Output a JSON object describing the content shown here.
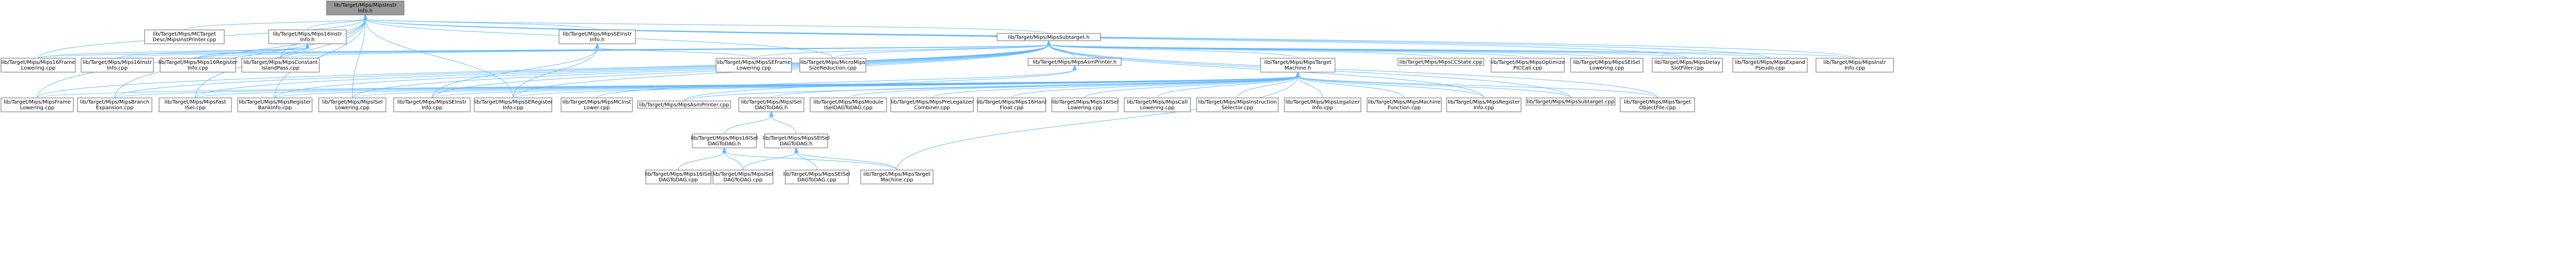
{
  "diagram": {
    "type": "include-dependency-graph",
    "colors": {
      "root_fill": "#999999",
      "node_fill": "#ffffff",
      "node_border": "#666666",
      "edge": "#63b8ff",
      "text": "#000000"
    },
    "nodes": [
      {
        "id": "root",
        "lines": [
          "lib/Target/Mips/MipsInstr",
          "Info.h"
        ],
        "root": true
      },
      {
        "id": "mctarget",
        "lines": [
          "lib/Target/Mips/MCTarget",
          "Desc/MipsInstPrinter.cpp"
        ]
      },
      {
        "id": "m16instrh",
        "lines": [
          "lib/Target/Mips/Mips16Instr",
          "Info.h"
        ]
      },
      {
        "id": "seinstrh",
        "lines": [
          "lib/Target/Mips/MipsSEInstr",
          "Info.h"
        ]
      },
      {
        "id": "subtargeth",
        "lines": [
          "lib/Target/Mips/MipsSubtarget.h"
        ]
      },
      {
        "id": "m16frame",
        "lines": [
          "lib/Target/Mips/Mips16Frame",
          "Lowering.cpp"
        ]
      },
      {
        "id": "m16instrcpp",
        "lines": [
          "lib/Target/Mips/Mips16Instr",
          "Info.cpp"
        ]
      },
      {
        "id": "m16register",
        "lines": [
          "lib/Target/Mips/Mips16Register",
          "Info.cpp"
        ]
      },
      {
        "id": "constisland",
        "lines": [
          "lib/Target/Mips/MipsConstant",
          "IslandPass.cpp"
        ]
      },
      {
        "id": "seframe",
        "lines": [
          "lib/Target/Mips/MipsSEFrame",
          "Lowering.cpp"
        ]
      },
      {
        "id": "micromips",
        "lines": [
          "lib/Target/Mips/MicroMips",
          "SizeReduction.cpp"
        ]
      },
      {
        "id": "asmprinterh",
        "lines": [
          "lib/Target/Mips/MipsAsmPrinter.h"
        ]
      },
      {
        "id": "targetmachineh",
        "lines": [
          "lib/Target/Mips/MipsTarget",
          "Machine.h"
        ]
      },
      {
        "id": "ccstate",
        "lines": [
          "lib/Target/Mips/MipsCCState.cpp"
        ]
      },
      {
        "id": "optpic",
        "lines": [
          "lib/Target/Mips/MipsOptimize",
          "PICCall.cpp"
        ]
      },
      {
        "id": "seisellow",
        "lines": [
          "lib/Target/Mips/MipsSEISel",
          "Lowering.cpp"
        ]
      },
      {
        "id": "delayslot",
        "lines": [
          "lib/Target/Mips/MipsDelay",
          "SlotFiller.cpp"
        ]
      },
      {
        "id": "expandpseudo",
        "lines": [
          "lib/Target/Mips/MipsExpand",
          "Pseudo.cpp"
        ]
      },
      {
        "id": "instrinfocpp",
        "lines": [
          "lib/Target/Mips/MipsInstr",
          "Info.cpp"
        ]
      },
      {
        "id": "frame",
        "lines": [
          "lib/Target/Mips/MipsFrame",
          "Lowering.cpp"
        ]
      },
      {
        "id": "branchexp",
        "lines": [
          "lib/Target/Mips/MipsBranch",
          "Expansion.cpp"
        ]
      },
      {
        "id": "fastisel",
        "lines": [
          "lib/Target/Mips/MipsFast",
          "ISel.cpp"
        ]
      },
      {
        "id": "regbank",
        "lines": [
          "lib/Target/Mips/MipsRegister",
          "BankInfo.cpp"
        ]
      },
      {
        "id": "isellow",
        "lines": [
          "lib/Target/Mips/MipsISel",
          "Lowering.cpp"
        ]
      },
      {
        "id": "seinstrcpp",
        "lines": [
          "lib/Target/Mips/MipsSEInstr",
          "Info.cpp"
        ]
      },
      {
        "id": "seregister",
        "lines": [
          "lib/Target/Mips/MipsSERegister",
          "Info.cpp"
        ]
      },
      {
        "id": "mcinstlower",
        "lines": [
          "lib/Target/Mips/MipsMCInst",
          "Lower.cpp"
        ]
      },
      {
        "id": "asmprintercpp",
        "lines": [
          "lib/Target/Mips/MipsAsmPrinter.cpp"
        ]
      },
      {
        "id": "iseldagh",
        "lines": [
          "lib/Target/Mips/MipsISel",
          "DAGToDAG.h"
        ]
      },
      {
        "id": "moduledag",
        "lines": [
          "lib/Target/Mips/MipsModule",
          "ISelDAGToDAG.cpp"
        ]
      },
      {
        "id": "prelegal",
        "lines": [
          "lib/Target/Mips/MipsPreLegalizer",
          "Combiner.cpp"
        ]
      },
      {
        "id": "m16hard",
        "lines": [
          "lib/Target/Mips/Mips16Hard",
          "Float.cpp"
        ]
      },
      {
        "id": "m16isellow",
        "lines": [
          "lib/Target/Mips/Mips16ISel",
          "Lowering.cpp"
        ]
      },
      {
        "id": "calllow",
        "lines": [
          "lib/Target/Mips/MipsCall",
          "Lowering.cpp"
        ]
      },
      {
        "id": "instselect",
        "lines": [
          "lib/Target/Mips/MipsInstruction",
          "Selector.cpp"
        ]
      },
      {
        "id": "legalizer",
        "lines": [
          "lib/Target/Mips/MipsLegalizer",
          "Info.cpp"
        ]
      },
      {
        "id": "machinefn",
        "lines": [
          "lib/Target/Mips/MipsMachine",
          "Function.cpp"
        ]
      },
      {
        "id": "reginfo",
        "lines": [
          "lib/Target/Mips/MipsRegister",
          "Info.cpp"
        ]
      },
      {
        "id": "subtargetcpp",
        "lines": [
          "lib/Target/Mips/MipsSubtarget.cpp"
        ]
      },
      {
        "id": "targetobj",
        "lines": [
          "lib/Target/Mips/MipsTarget",
          "ObjectFile.cpp"
        ]
      },
      {
        "id": "m16iseldagh",
        "lines": [
          "lib/Target/Mips/Mips16ISel",
          "DAGToDAG.h"
        ]
      },
      {
        "id": "seiseldagh",
        "lines": [
          "lib/Target/Mips/MipsSEISel",
          "DAGToDAG.h"
        ]
      },
      {
        "id": "m16iseldagcpp",
        "lines": [
          "lib/Target/Mips/Mips16ISel",
          "DAGToDAG.cpp"
        ]
      },
      {
        "id": "iseldagcpp",
        "lines": [
          "lib/Target/Mips/MipsISel",
          "DAGToDAG.cpp"
        ]
      },
      {
        "id": "seiseldagcpp",
        "lines": [
          "lib/Target/Mips/MipsSEISel",
          "DAGToDAG.cpp"
        ]
      },
      {
        "id": "targetmachinecpp",
        "lines": [
          "lib/Target/Mips/MipsTarget",
          "Machine.cpp"
        ]
      }
    ],
    "edges": [
      [
        "root",
        "mctarget"
      ],
      [
        "root",
        "m16instrh"
      ],
      [
        "root",
        "seinstrh"
      ],
      [
        "root",
        "subtargeth"
      ],
      [
        "root",
        "m16frame"
      ],
      [
        "root",
        "constisland"
      ],
      [
        "root",
        "micromips"
      ],
      [
        "root",
        "frame"
      ],
      [
        "root",
        "branchexp"
      ],
      [
        "root",
        "fastisel"
      ],
      [
        "root",
        "regbank"
      ],
      [
        "root",
        "isellow"
      ],
      [
        "root",
        "seregister"
      ],
      [
        "root",
        "delayslot"
      ],
      [
        "root",
        "expandpseudo"
      ],
      [
        "root",
        "instrinfocpp"
      ],
      [
        "m16instrh",
        "m16frame"
      ],
      [
        "m16instrh",
        "m16instrcpp"
      ],
      [
        "m16instrh",
        "m16register"
      ],
      [
        "m16instrh",
        "constisland"
      ],
      [
        "seinstrh",
        "seframe"
      ],
      [
        "seinstrh",
        "seinstrcpp"
      ],
      [
        "seinstrh",
        "seregister"
      ],
      [
        "subtargeth",
        "m16frame"
      ],
      [
        "subtargeth",
        "m16instrcpp"
      ],
      [
        "subtargeth",
        "m16register"
      ],
      [
        "subtargeth",
        "constisland"
      ],
      [
        "subtargeth",
        "seframe"
      ],
      [
        "subtargeth",
        "micromips"
      ],
      [
        "subtargeth",
        "asmprinterh"
      ],
      [
        "subtargeth",
        "targetmachineh"
      ],
      [
        "subtargeth",
        "ccstate"
      ],
      [
        "subtargeth",
        "optpic"
      ],
      [
        "subtargeth",
        "seisellow"
      ],
      [
        "subtargeth",
        "delayslot"
      ],
      [
        "subtargeth",
        "expandpseudo"
      ],
      [
        "subtargeth",
        "instrinfocpp"
      ],
      [
        "subtargeth",
        "frame"
      ],
      [
        "subtargeth",
        "branchexp"
      ],
      [
        "subtargeth",
        "fastisel"
      ],
      [
        "subtargeth",
        "regbank"
      ],
      [
        "subtargeth",
        "isellow"
      ],
      [
        "subtargeth",
        "seinstrcpp"
      ],
      [
        "subtargeth",
        "seregister"
      ],
      [
        "subtargeth",
        "reginfo"
      ],
      [
        "subtargeth",
        "subtargetcpp"
      ],
      [
        "subtargeth",
        "targetobj"
      ],
      [
        "asmprinterh",
        "asmprintercpp"
      ],
      [
        "asmprinterh",
        "mcinstlower"
      ],
      [
        "targetmachineh",
        "frame"
      ],
      [
        "targetmachineh",
        "branchexp"
      ],
      [
        "targetmachineh",
        "fastisel"
      ],
      [
        "targetmachineh",
        "regbank"
      ],
      [
        "targetmachineh",
        "isellow"
      ],
      [
        "targetmachineh",
        "seinstrcpp"
      ],
      [
        "targetmachineh",
        "seregister"
      ],
      [
        "targetmachineh",
        "asmprintercpp"
      ],
      [
        "targetmachineh",
        "iseldagh"
      ],
      [
        "targetmachineh",
        "moduledag"
      ],
      [
        "targetmachineh",
        "prelegal"
      ],
      [
        "targetmachineh",
        "m16hard"
      ],
      [
        "targetmachineh",
        "m16isellow"
      ],
      [
        "targetmachineh",
        "calllow"
      ],
      [
        "targetmachineh",
        "instselect"
      ],
      [
        "targetmachineh",
        "legalizer"
      ],
      [
        "targetmachineh",
        "machinefn"
      ],
      [
        "targetmachineh",
        "reginfo"
      ],
      [
        "targetmachineh",
        "subtargetcpp"
      ],
      [
        "targetmachineh",
        "targetobj"
      ],
      [
        "targetmachineh",
        "targetmachinecpp"
      ],
      [
        "iseldagh",
        "m16iseldagh"
      ],
      [
        "iseldagh",
        "seiseldagh"
      ],
      [
        "m16iseldagh",
        "m16iseldagcpp"
      ],
      [
        "m16iseldagh",
        "iseldagcpp"
      ],
      [
        "m16iseldagh",
        "targetmachinecpp"
      ],
      [
        "seiseldagh",
        "iseldagcpp"
      ],
      [
        "seiseldagh",
        "seiseldagcpp"
      ],
      [
        "seiseldagh",
        "targetmachinecpp"
      ]
    ]
  }
}
